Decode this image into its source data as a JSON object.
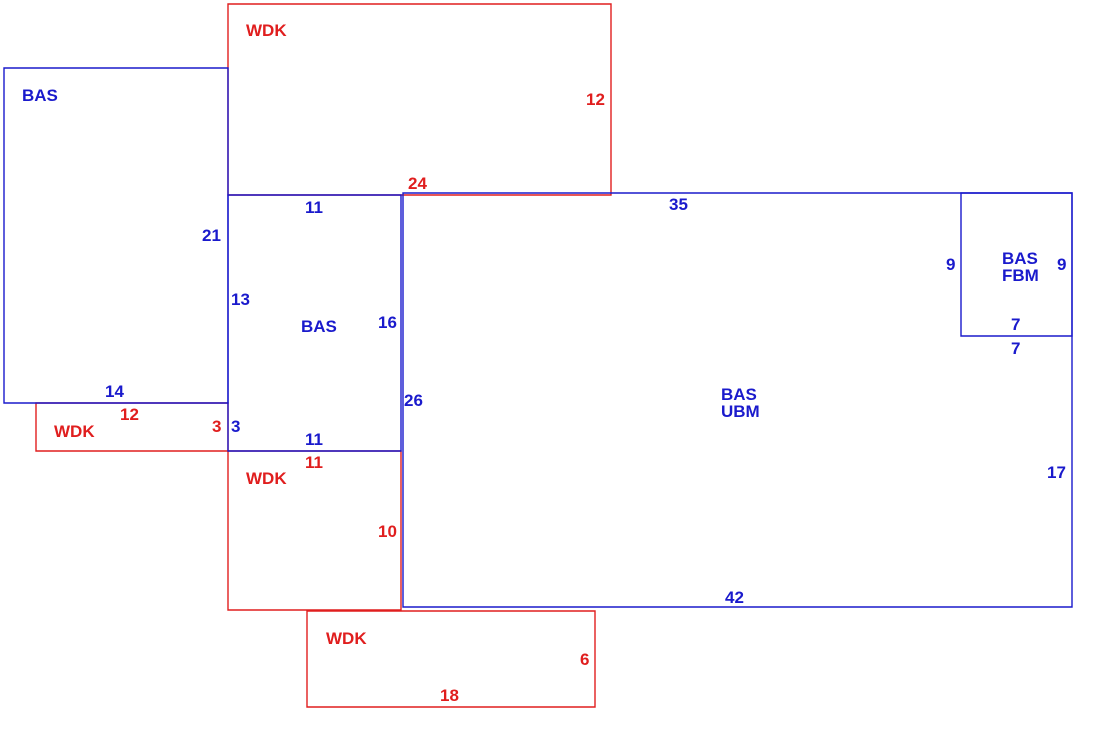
{
  "colors": {
    "living": "#1a1acc",
    "deck": "#e01e1e"
  },
  "areas": {
    "bas_left": "BAS",
    "bas_center": "BAS",
    "bas_ubm": [
      "BAS",
      "UBM"
    ],
    "bas_fbm": [
      "BAS",
      "FBM"
    ],
    "wdk_top": "WDK",
    "wdk_left": "WDK",
    "wdk_middle": "WDK",
    "wdk_bottom": "WDK"
  },
  "dimensions": {
    "wdk_top_right": "12",
    "wdk_top_bottom": "24",
    "bas_left_right": "21",
    "bas_left_bottom": "14",
    "wdk_left_top": "12",
    "wdk_left_right": "3",
    "bas_center_top": "11",
    "bas_center_left": "13",
    "bas_center_right": "16",
    "bas_center_left_lower": "3",
    "bas_center_bottom": "11",
    "wdk_middle_top": "11",
    "wdk_middle_right": "10",
    "ubm_top": "35",
    "ubm_left": "26",
    "ubm_right": "17",
    "ubm_bottom": "42",
    "fbm_left": "9",
    "fbm_right": "9",
    "fbm_bottom_inner": "7",
    "fbm_bottom_outer": "7",
    "wdk_bottom_right": "6",
    "wdk_bottom_bottom": "18"
  }
}
